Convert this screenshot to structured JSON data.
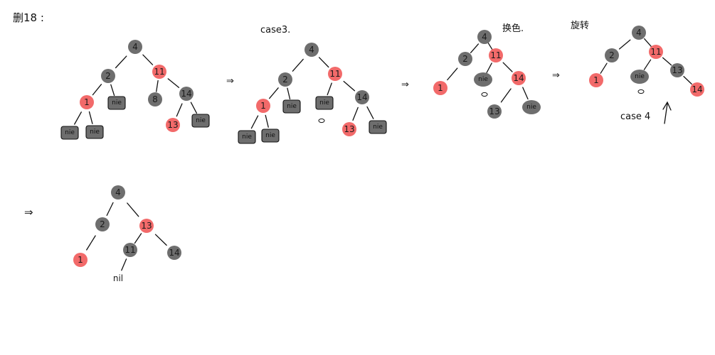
{
  "annotations": {
    "header": "删18 :",
    "case3": "case3.",
    "recolor": "换色.",
    "rotate": "旋转",
    "case4": "case 4",
    "arrow": "⇒",
    "bottom_arrow": "⇒"
  },
  "nil_label": "nie",
  "trees": [
    {
      "id": "tree-1",
      "nodes": [
        {
          "label": "4",
          "color": "black"
        },
        {
          "label": "2",
          "color": "black"
        },
        {
          "label": "11",
          "color": "red"
        },
        {
          "label": "1",
          "color": "red"
        },
        {
          "label": "nie",
          "color": "nil"
        },
        {
          "label": "8",
          "color": "black"
        },
        {
          "label": "14",
          "color": "black"
        },
        {
          "label": "nie",
          "color": "nil"
        },
        {
          "label": "nie",
          "color": "nil"
        },
        {
          "label": "13",
          "color": "red"
        },
        {
          "label": "nie",
          "color": "nil"
        }
      ]
    },
    {
      "id": "tree-2",
      "nodes": [
        {
          "label": "4",
          "color": "black"
        },
        {
          "label": "2",
          "color": "black"
        },
        {
          "label": "11",
          "color": "red"
        },
        {
          "label": "1",
          "color": "red"
        },
        {
          "label": "nie",
          "color": "nil"
        },
        {
          "label": "nie",
          "color": "nil"
        },
        {
          "label": "14",
          "color": "black"
        },
        {
          "label": "nie",
          "color": "nil"
        },
        {
          "label": "nie",
          "color": "nil"
        },
        {
          "label": "13",
          "color": "red"
        },
        {
          "label": "nie",
          "color": "nil"
        }
      ]
    },
    {
      "id": "tree-3",
      "nodes": [
        {
          "label": "4",
          "color": "black"
        },
        {
          "label": "2",
          "color": "black"
        },
        {
          "label": "11",
          "color": "red"
        },
        {
          "label": "1",
          "color": "red"
        },
        {
          "label": "nie",
          "color": "black"
        },
        {
          "label": "14",
          "color": "red"
        },
        {
          "label": "13",
          "color": "black"
        },
        {
          "label": "nie",
          "color": "black"
        }
      ]
    },
    {
      "id": "tree-4",
      "nodes": [
        {
          "label": "4",
          "color": "black"
        },
        {
          "label": "2",
          "color": "black"
        },
        {
          "label": "11",
          "color": "red"
        },
        {
          "label": "1",
          "color": "red"
        },
        {
          "label": "nie",
          "color": "black"
        },
        {
          "label": "13",
          "color": "black"
        },
        {
          "label": "14",
          "color": "red"
        }
      ]
    },
    {
      "id": "tree-5",
      "nodes": [
        {
          "label": "4",
          "color": "black"
        },
        {
          "label": "2",
          "color": "black"
        },
        {
          "label": "13",
          "color": "red"
        },
        {
          "label": "1",
          "color": "red"
        },
        {
          "label": "11",
          "color": "black"
        },
        {
          "label": "14",
          "color": "black"
        },
        {
          "label": "nil",
          "color": "none"
        }
      ]
    }
  ]
}
